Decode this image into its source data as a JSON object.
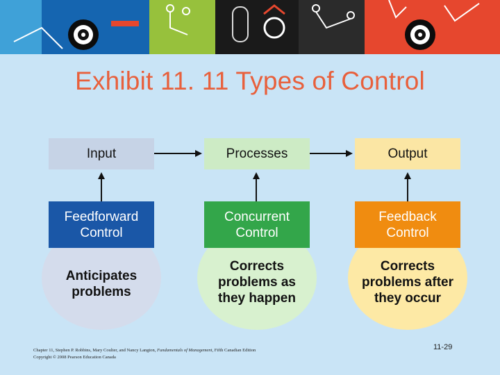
{
  "title": "Exhibit 11. 11 Types of Control",
  "columns": [
    {
      "stage": "Input",
      "control_line1": "Feedforward",
      "control_line2": "Control",
      "effect_line1": "Anticipates",
      "effect_line2": "problems",
      "effect_line3": ""
    },
    {
      "stage": "Processes",
      "control_line1": "Concurrent",
      "control_line2": "Control",
      "effect_line1": "Corrects",
      "effect_line2": "problems as",
      "effect_line3": "they happen"
    },
    {
      "stage": "Output",
      "control_line1": "Feedback",
      "control_line2": "Control",
      "effect_line1": "Corrects",
      "effect_line2": "problems after",
      "effect_line3": "they occur"
    }
  ],
  "colors": {
    "background": "#c9e4f6",
    "title": "#e8603c",
    "input_box": "#c6d3e6",
    "processes_box": "#cdebc5",
    "output_box": "#fbe6a4",
    "feedforward": "#1a57a7",
    "concurrent": "#33a64a",
    "feedback": "#f08c10",
    "input_circle": "#d4dcec",
    "processes_circle": "#d8f1cf",
    "output_circle": "#fde9a5"
  },
  "footer": {
    "line1_prefix": "Chapter 11, Stephen P. Robbins, Mary Coulter, and Nancy Langton,",
    "line1_book": "Fundamentals of Management",
    "line1_suffix": ", Fifth Canadian Edition",
    "line2": "Copyright © 2008 Pearson Education Canada",
    "page": "11-29"
  }
}
